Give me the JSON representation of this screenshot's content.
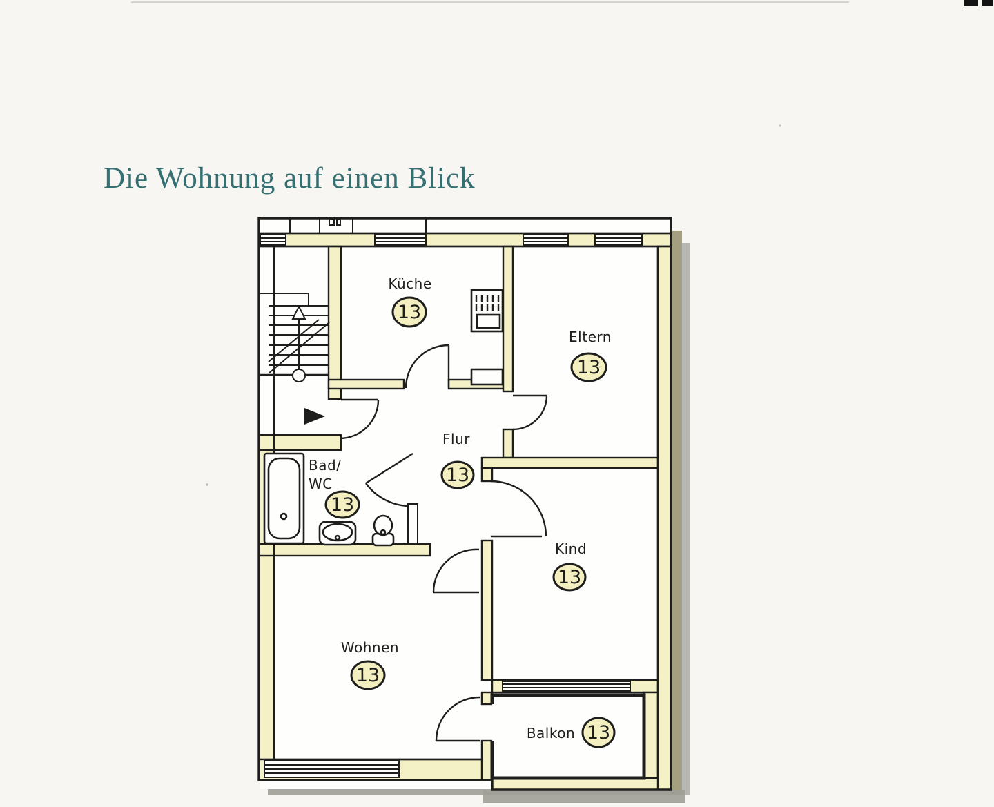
{
  "page": {
    "title": "Die Wohnung auf einen Blick"
  },
  "unit_number": "13",
  "rooms": [
    {
      "id": "kueche",
      "label": "Küche",
      "badge": "13"
    },
    {
      "id": "eltern",
      "label": "Eltern",
      "badge": "13"
    },
    {
      "id": "flur",
      "label": "Flur",
      "badge": "13"
    },
    {
      "id": "bad_wc",
      "label_line1": "Bad/",
      "label_line2": "WC",
      "badge": "13"
    },
    {
      "id": "kind",
      "label": "Kind",
      "badge": "13"
    },
    {
      "id": "wohnen",
      "label": "Wohnen",
      "badge": "13"
    },
    {
      "id": "balkon",
      "label": "Balkon",
      "badge": "13"
    }
  ],
  "colors": {
    "title": "#346f72",
    "line": "#1e1e1c",
    "wall_fill": "#f5f1c6",
    "badge_fill": "#f4efc0",
    "page_bg": "#f7f6f2",
    "plan_interior": "#fefefc",
    "shadow_olive": "#a59f82",
    "shadow_grey": "#a2a29b"
  }
}
